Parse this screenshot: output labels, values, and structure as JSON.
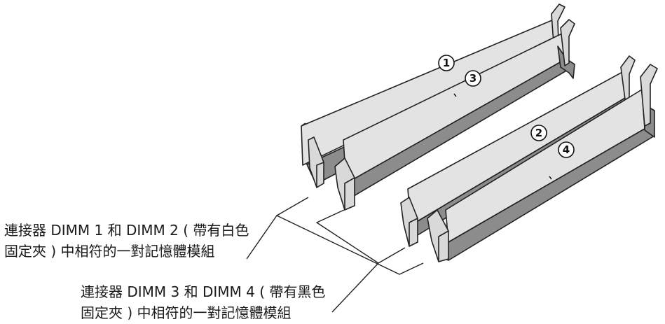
{
  "callouts": [
    {
      "number": "1"
    },
    {
      "number": "3"
    },
    {
      "number": "2"
    },
    {
      "number": "4"
    }
  ],
  "labels": {
    "pair_a": {
      "line1": "連接器 DIMM 1 和 DIMM 2 ( 帶有白色",
      "line2": "固定夾 ) 中相符的一對記憶體模組"
    },
    "pair_b": {
      "line1": "連接器 DIMM 3 和 DIMM 4 ( 帶有黑色",
      "line2": "固定夾 ) 中相符的一對記憶體模組"
    }
  },
  "colors": {
    "slot": "#8c8c8c",
    "module": "#e3e3e3",
    "outline": "#222222",
    "clip": "#d9d9d9"
  }
}
